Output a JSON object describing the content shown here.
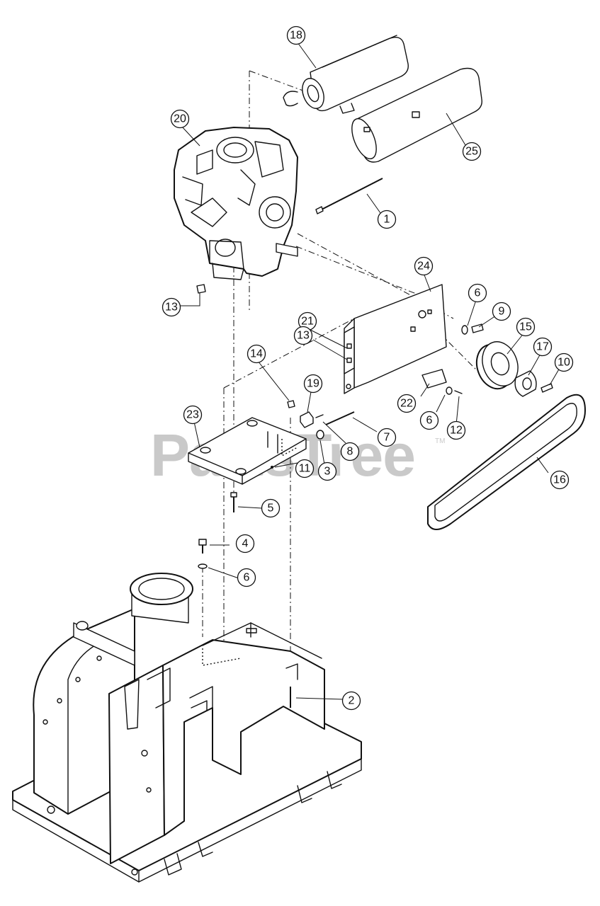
{
  "watermark": {
    "text": "PartsTree",
    "mark": "TM"
  },
  "callouts": [
    "18",
    "20",
    "25",
    "1",
    "13",
    "24",
    "6",
    "9",
    "15",
    "17",
    "10",
    "21",
    "13",
    "14",
    "19",
    "23",
    "22",
    "6",
    "12",
    "7",
    "8",
    "3",
    "11",
    "16",
    "5",
    "4",
    "6",
    "2"
  ]
}
